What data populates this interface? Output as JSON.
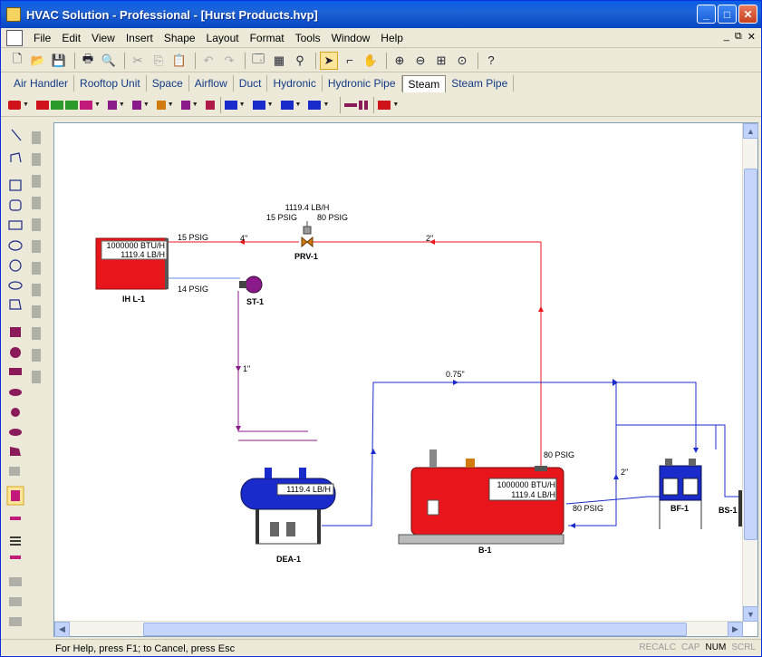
{
  "window": {
    "title": "HVAC Solution - Professional - [Hurst Products.hvp]",
    "minimize": "_",
    "maximize": "□",
    "close": "✕"
  },
  "menu": [
    "File",
    "Edit",
    "View",
    "Insert",
    "Shape",
    "Layout",
    "Format",
    "Tools",
    "Window",
    "Help"
  ],
  "mdi": {
    "min": "_",
    "restore": "⧉",
    "close": "✕"
  },
  "tabs": [
    {
      "label": "Air Handler",
      "selected": false
    },
    {
      "label": "Rooftop Unit",
      "selected": false
    },
    {
      "label": "Space",
      "selected": false
    },
    {
      "label": "Airflow",
      "selected": false
    },
    {
      "label": "Duct",
      "selected": false
    },
    {
      "label": "Hydronic",
      "selected": false
    },
    {
      "label": "Hydronic Pipe",
      "selected": false
    },
    {
      "label": "Steam",
      "selected": true
    },
    {
      "label": "Steam Pipe",
      "selected": false
    }
  ],
  "diagram": {
    "ihl": {
      "name": "IH L-1",
      "btu": "1000000 BTU/H",
      "lbh": "1119.4 LB/H",
      "psig_in": "15 PSIG",
      "psig_out": "14 PSIG"
    },
    "prv": {
      "name": "PRV-1",
      "flow": "1119.4 LB/H",
      "psig_low": "15 PSIG",
      "psig_high": "80 PSIG"
    },
    "st": {
      "name": "ST-1"
    },
    "dea": {
      "name": "DEA-1",
      "lbh": "1119.4 LB/H"
    },
    "boiler": {
      "name": "B-1",
      "btu": "1000000 BTU/H",
      "lbh": "1119.4 LB/H",
      "psig_top": "80 PSIG",
      "psig_side": "80 PSIG"
    },
    "bf": {
      "name": "BF-1"
    },
    "bs": {
      "name": "BS-1"
    },
    "pipes": {
      "size_4": "4\"",
      "size_2": "2\"",
      "size_1": "1\"",
      "size_075": "0.75\"",
      "size_2b": "2\""
    }
  },
  "status": {
    "text": "For Help, press F1; to Cancel, press Esc",
    "indicators": [
      {
        "label": "RECALC",
        "on": false
      },
      {
        "label": "CAP",
        "on": false
      },
      {
        "label": "NUM",
        "on": true
      },
      {
        "label": "SCRL",
        "on": false
      }
    ]
  },
  "colors": {
    "steam": "#e8161b",
    "water": "#1a2bcc",
    "condensate": "#8b1a8b"
  }
}
